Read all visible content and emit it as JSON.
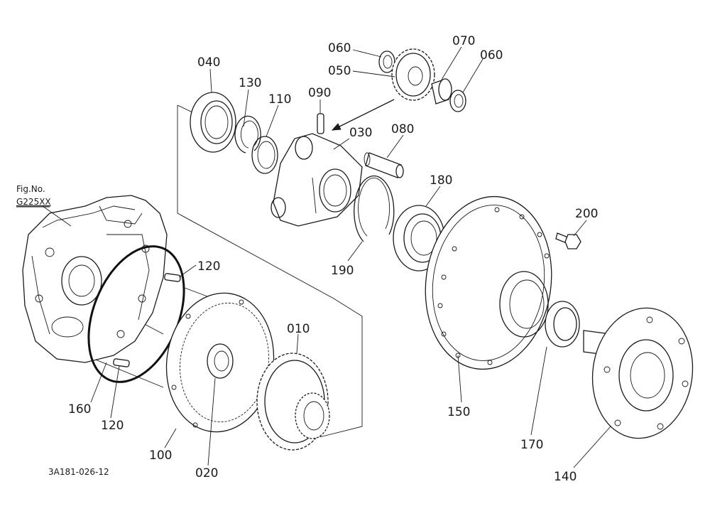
{
  "figure": {
    "fig_no_label": "Fig.No.",
    "fig_no_value": "G225XX",
    "drawing_code": "3A181-026-12"
  },
  "parts": [
    {
      "id": "p060a",
      "label": "060"
    },
    {
      "id": "p050",
      "label": "050"
    },
    {
      "id": "p070",
      "label": "070"
    },
    {
      "id": "p060b",
      "label": "060"
    },
    {
      "id": "p040",
      "label": "040"
    },
    {
      "id": "p130",
      "label": "130"
    },
    {
      "id": "p110",
      "label": "110"
    },
    {
      "id": "p090",
      "label": "090"
    },
    {
      "id": "p030",
      "label": "030"
    },
    {
      "id": "p080",
      "label": "080"
    },
    {
      "id": "p180",
      "label": "180"
    },
    {
      "id": "p200",
      "label": "200"
    },
    {
      "id": "p190",
      "label": "190"
    },
    {
      "id": "p120a",
      "label": "120"
    },
    {
      "id": "p010",
      "label": "010"
    },
    {
      "id": "p160",
      "label": "160"
    },
    {
      "id": "p120b",
      "label": "120"
    },
    {
      "id": "p150",
      "label": "150"
    },
    {
      "id": "p170",
      "label": "170"
    },
    {
      "id": "p100",
      "label": "100"
    },
    {
      "id": "p020",
      "label": "020"
    },
    {
      "id": "p140",
      "label": "140"
    }
  ]
}
